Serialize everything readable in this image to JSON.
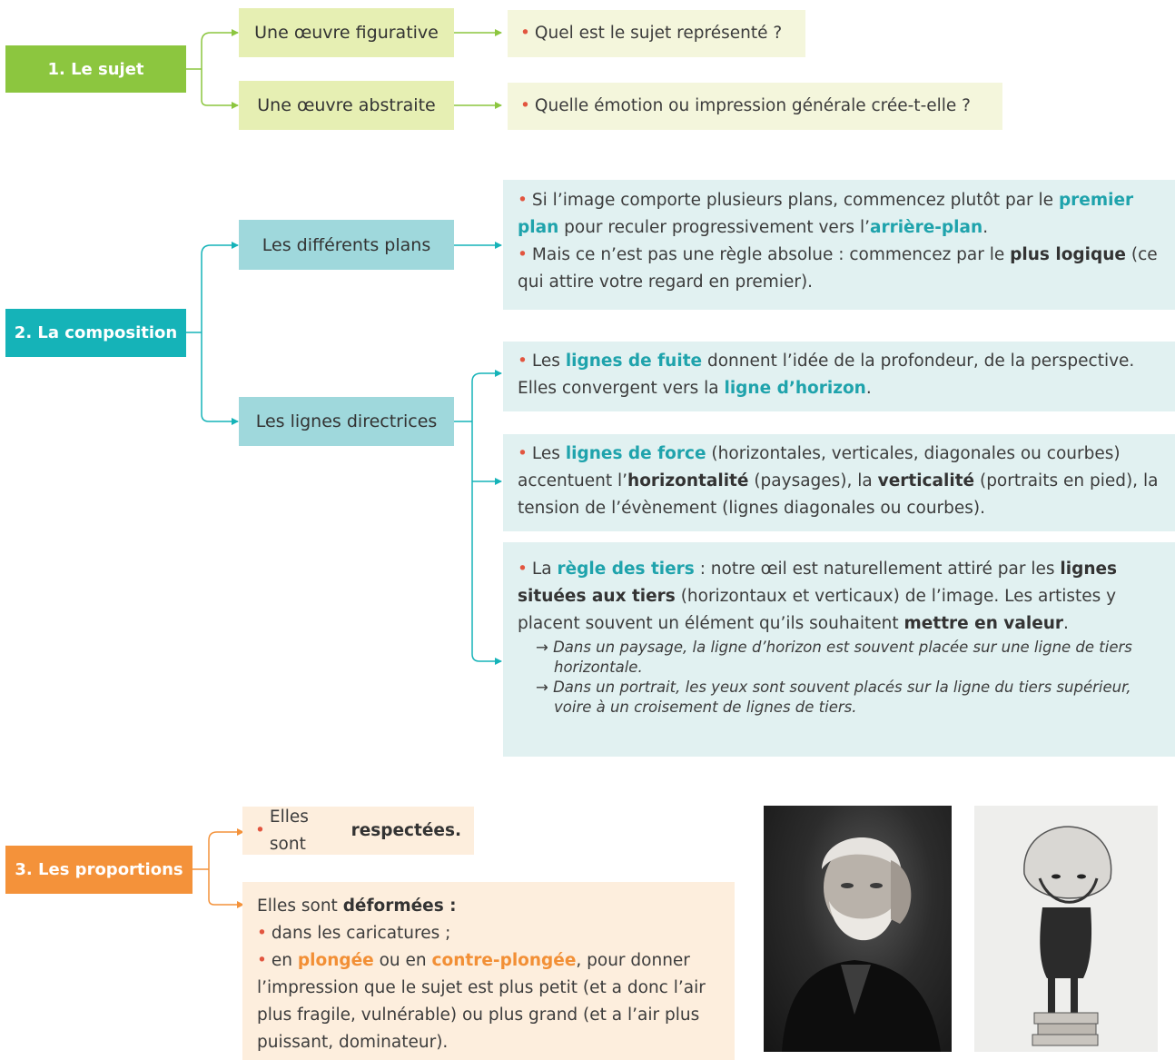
{
  "section1": {
    "head": "1. Le sujet",
    "branches": [
      {
        "label": "Une œuvre figurative",
        "question": "Quel est le sujet représenté ?"
      },
      {
        "label": "Une œuvre abstraite",
        "question": "Quelle émotion ou impression générale crée-t-elle ?"
      }
    ]
  },
  "section2": {
    "head": "2. La composition",
    "plans": {
      "label": "Les différents plans",
      "b1": {
        "t1": "Si l’image comporte plusieurs plans, commencez plutôt par le ",
        "k1": "premier plan",
        "t2": " pour reculer progressivement vers l’",
        "k2": "arrière-plan",
        "t3": "."
      },
      "b2": {
        "t1": "Mais ce n’est pas une règle absolue : commencez par le ",
        "k1": "plus logique",
        "t2": " (ce qui attire votre regard en premier)."
      }
    },
    "lignes": {
      "label": "Les lignes directrices",
      "fuite": {
        "t1": "Les ",
        "k1": "lignes de fuite",
        "t2": " donnent l’idée de la profondeur, de la perspective. Elles convergent vers la ",
        "k2": "ligne d’horizon",
        "t3": "."
      },
      "force": {
        "t1": "Les ",
        "k1": "lignes de force",
        "t2": " (horizontales, verticales, diagonales ou courbes) accentuent l’",
        "k2": "horizontalité",
        "t3": " (paysages), la ",
        "k3": "verticalité",
        "t4": " (portraits en pied), la tension de l’évènement (lignes diagonales ou courbes)."
      },
      "tiers": {
        "t1": "La ",
        "k1": "règle des tiers",
        "t2": " : notre œil est naturellement attiré par les ",
        "k2": "lignes situées aux tiers",
        "t3": " (horizontaux et verticaux) de l’image. Les artistes y placent souvent un élément qu’ils souhaitent ",
        "k3": "mettre en valeur",
        "t4": "."
      },
      "notes": [
        "→ Dans un paysage, la ligne d’horizon est souvent placée sur une ligne de tiers horizontale.",
        "→ Dans un portrait, les yeux sont souvent placés sur la ligne du tiers supérieur, voire à un croisement de lignes de tiers."
      ]
    }
  },
  "section3": {
    "head": "3. Les proportions",
    "b1": {
      "t1": "Elles sont ",
      "k1": "respectées."
    },
    "b2": {
      "t1": "Elles sont ",
      "k1": "déformées :",
      "li1": "dans les caricatures ;",
      "li2": {
        "t1": "en ",
        "k1": "plongée",
        "t2": " ou en ",
        "k2": "contre-plongée",
        "t3": ", pour donner l’impression que le sujet est plus petit (et a donc l’air plus fragile, vulnérable) ou plus grand (et a l’air plus puissant, dominateur)."
      }
    }
  },
  "colors": {
    "green": "#8cc63f",
    "greenLight": "#e6efb3",
    "greenPale": "#f4f6dc",
    "teal": "#15b3b8",
    "tealLight": "#9fd8dc",
    "tealPale": "#e1f1f1",
    "orange": "#f4923a",
    "orangePale": "#fdeedd",
    "bullet": "#e2553f"
  }
}
